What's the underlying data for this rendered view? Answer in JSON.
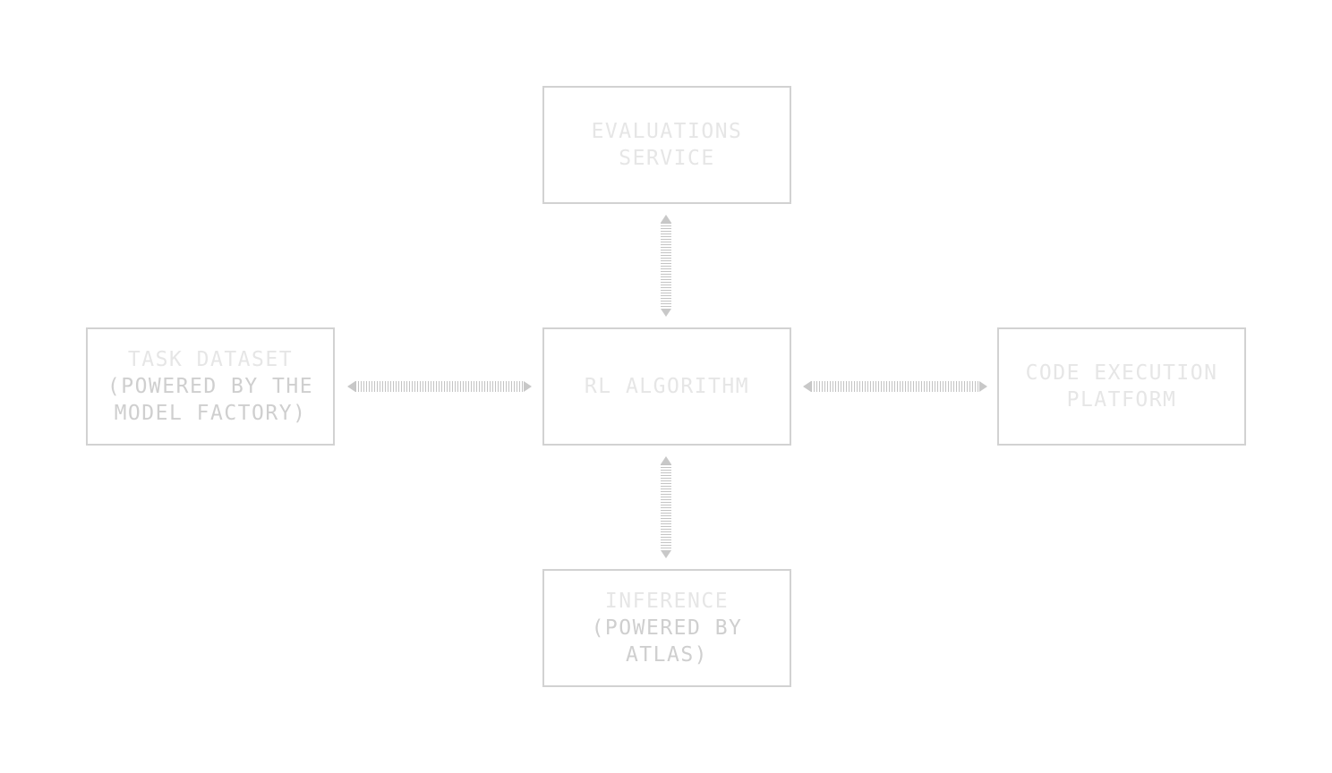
{
  "nodes": {
    "evaluations": {
      "lines": [
        "EVALUATIONS",
        "SERVICE"
      ]
    },
    "task": {
      "lines": [
        "TASK DATASET",
        "(POWERED BY THE",
        "MODEL FACTORY)"
      ]
    },
    "rl": {
      "lines": [
        "RL ALGORITHM"
      ]
    },
    "code": {
      "lines": [
        "CODE EXECUTION",
        "PLATFORM"
      ]
    },
    "inference": {
      "lines": [
        "INFERENCE",
        "(POWERED BY",
        "ATLAS)"
      ]
    }
  },
  "connections": [
    {
      "from": "rl",
      "to": "evaluations",
      "direction": "bidirectional"
    },
    {
      "from": "rl",
      "to": "task",
      "direction": "bidirectional"
    },
    {
      "from": "rl",
      "to": "code",
      "direction": "bidirectional"
    },
    {
      "from": "rl",
      "to": "inference",
      "direction": "bidirectional"
    }
  ],
  "colors": {
    "border": "#d2d2d2",
    "text_primary": "#e6e6e6",
    "text_secondary": "#cfcfcf",
    "connector": "#c4c4c4",
    "arrowhead": "#c8c8c8"
  }
}
